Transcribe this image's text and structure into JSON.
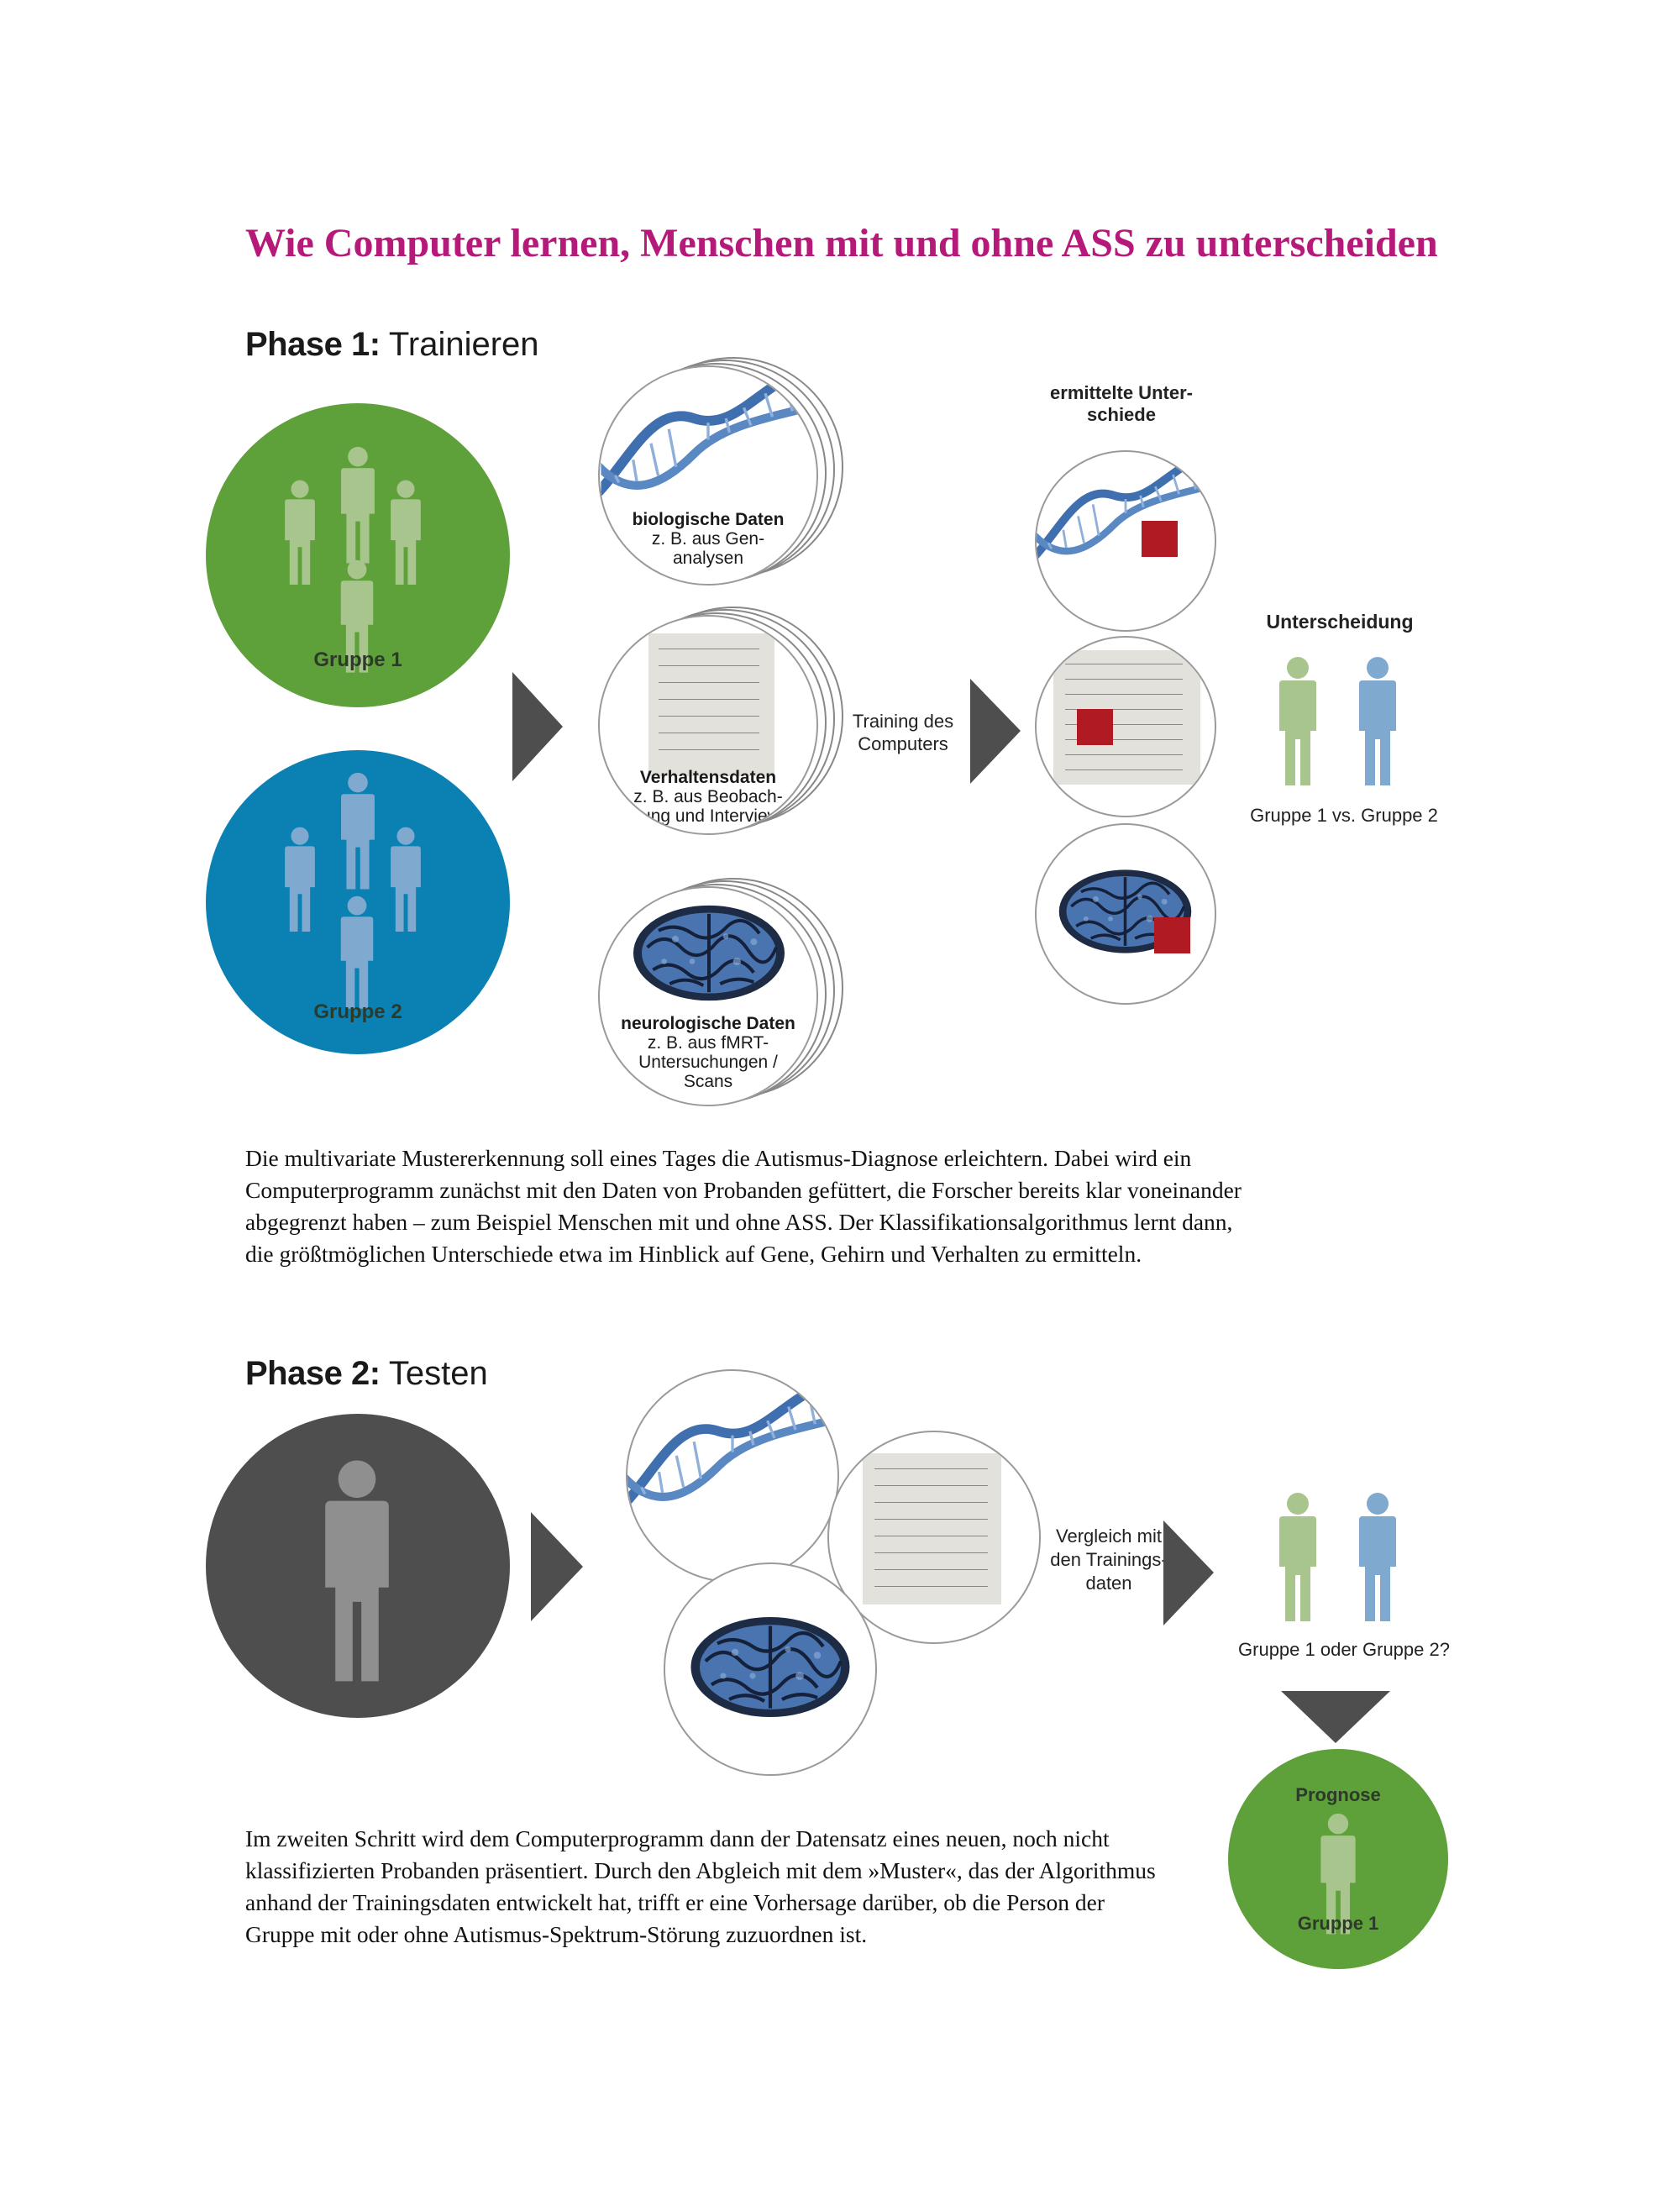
{
  "title": "Wie Computer lernen, Menschen mit und ohne ASS zu unterscheiden",
  "phase1": {
    "label": "Phase 1:",
    "sub": "Trainieren",
    "group1": "Gruppe 1",
    "group2": "Gruppe 2",
    "cards": {
      "bio_title": "biologische Daten",
      "bio_sub": "z. B. aus Gen-analysen",
      "behav_title": "Verhaltensdaten",
      "behav_sub": "z. B. aus Beobach-tung und Interview",
      "neuro_title": "neurologische Daten",
      "neuro_sub": "z. B. aus fMRT-Untersuchungen / Scans"
    },
    "training": "Training des Computers",
    "differences": "ermittelte Unter-schiede",
    "distinction_title": "Unterscheidung",
    "distinction_label": "Gruppe 1 vs. Gruppe 2",
    "text": "Die multivariate Mustererkennung soll eines Tages die Autismus-Diagnose erleichtern. Dabei wird ein Computerprogramm zunächst mit den Daten von Probanden gefüttert, die Forscher bereits klar voneinander abgegrenzt haben – zum Beispiel Menschen mit und ohne ASS. Der Klassifikationsalgorithmus lernt dann, die größtmöglichen Unterschiede etwa im Hinblick auf Gene, Gehirn und Verhalten zu ermitteln."
  },
  "phase2": {
    "label": "Phase 2:",
    "sub": "Testen",
    "comparison": "Vergleich mit den Trainings-daten",
    "question": "Gruppe 1 oder Gruppe 2?",
    "prognosis_title": "Prognose",
    "prognosis_group": "Gruppe 1",
    "text": "Im zweiten Schritt wird dem Computerprogramm dann der Datensatz eines neuen, noch nicht klassifizierten Probanden präsentiert. Durch den Abgleich mit dem »Muster«, das der Algorithmus anhand der Trainingsdaten entwickelt hat, trifft er eine Vorhersage darüber, ob die Person der Gruppe mit oder ohne Autismus-Spektrum-Störung zuzuordnen ist."
  },
  "colors": {
    "title": "#b5197a",
    "green": "#5ea03a",
    "blue": "#0b80b3",
    "dark": "#4e4e4e",
    "figure_green": "#a8c58d",
    "figure_blue": "#7fa9cf",
    "marker_red": "#b01a22"
  }
}
